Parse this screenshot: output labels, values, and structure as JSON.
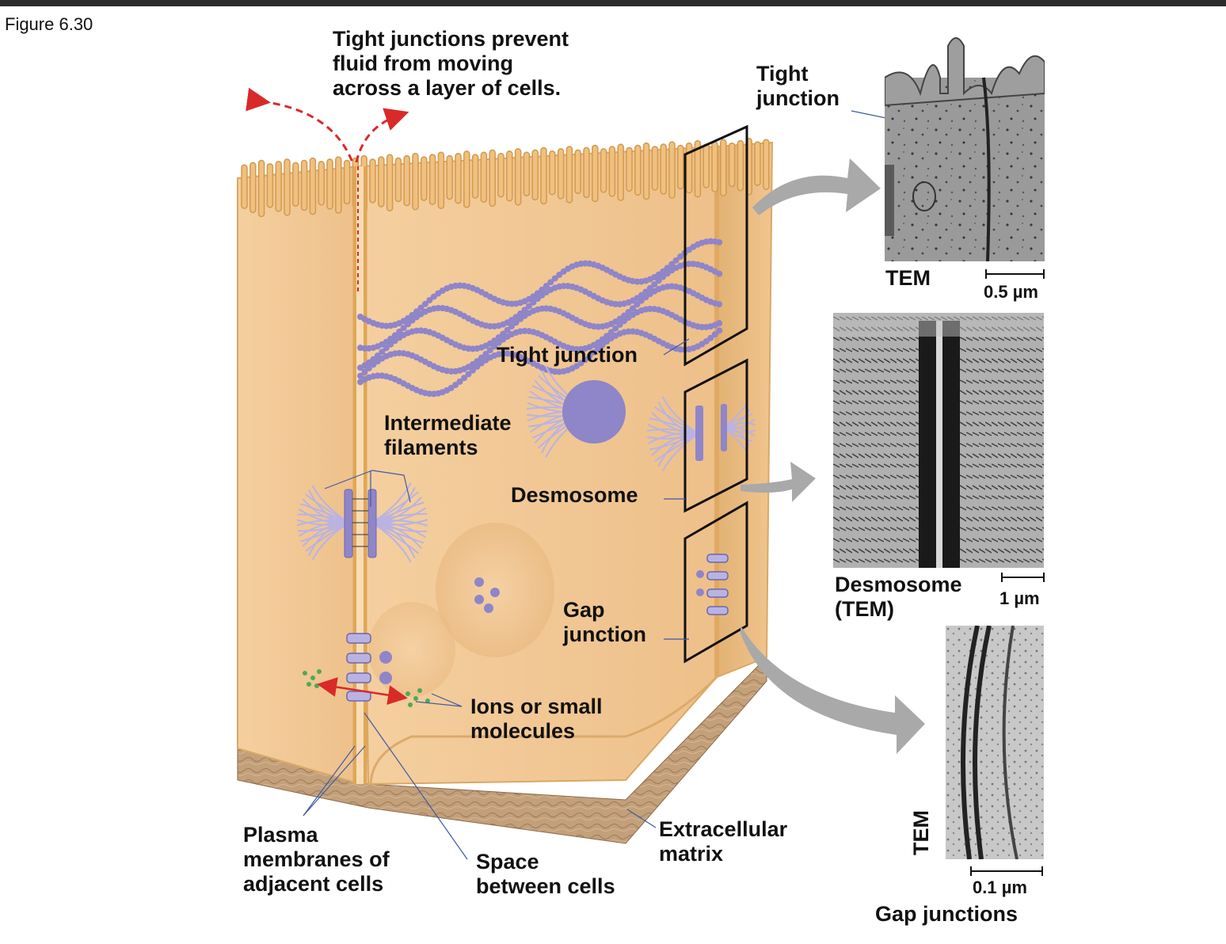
{
  "figure_label": "Figure 6.30",
  "labels": {
    "headline": "Tight junctions prevent\nfluid from moving\nacross a layer of cells.",
    "tight_junction_top": "Tight\njunction",
    "tight_junction": "Tight junction",
    "intermediate_filaments": "Intermediate\nfilaments",
    "desmosome": "Desmosome",
    "gap_junction": "Gap\njunction",
    "ions": "Ions or small\nmolecules",
    "plasma_membranes": "Plasma\nmembranes of\nadjacent cells",
    "space_between": "Space\nbetween cells",
    "extracellular_matrix": "Extracellular\nmatrix",
    "tem_top": "TEM",
    "scale_top": "0.5 µm",
    "desmosome_tem": "Desmosome\n(TEM)",
    "scale_mid": "1 µm",
    "tem_bottom": "TEM",
    "scale_bottom": "0.1 µm",
    "gap_junctions": "Gap junctions"
  },
  "colors": {
    "cell": "#f2c894",
    "cell_shadow": "#d9a865",
    "membrane": "#e3ad63",
    "protein": "#8f85c9",
    "protein_light": "#b9b3e3",
    "matrix": "#b89772",
    "arrow_red": "#d92a2a",
    "arrow_gray": "#a9a9a9",
    "leader": "#3e5aa6"
  }
}
